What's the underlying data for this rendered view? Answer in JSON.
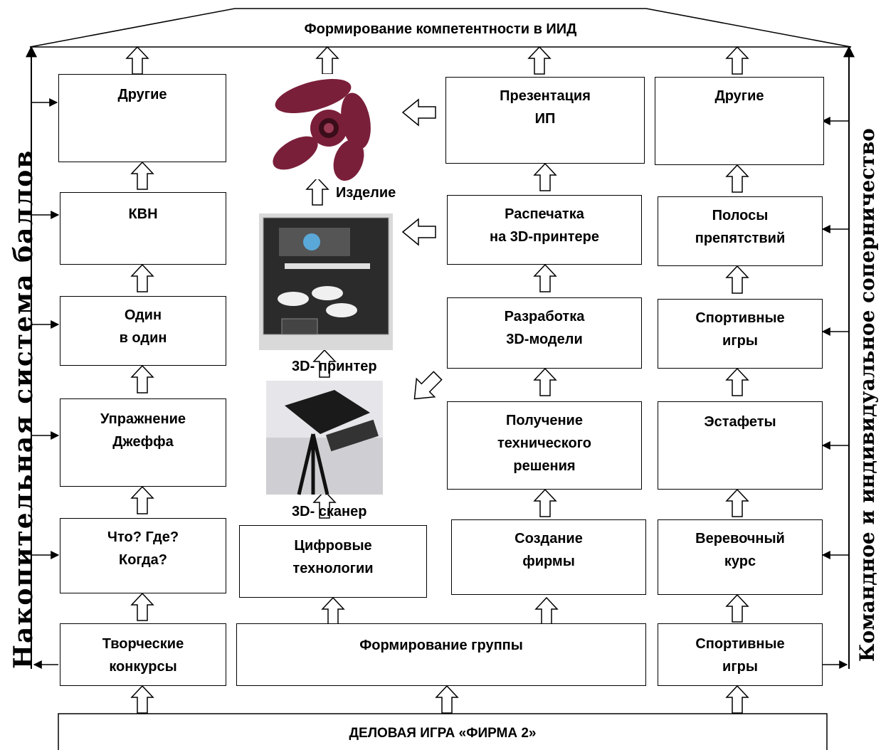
{
  "roof_title": "Формирование компетентности в ИИД",
  "left_vertical": "Накопительная система баллов",
  "right_vertical": "Командное и индивидуальное соперничество",
  "bottom_base": "ДЕЛОВАЯ ИГРА «ФИРМА 2»",
  "group_box": "Формирование группы",
  "col1": {
    "b1": "Творческие\nконкурсы",
    "b2": "Что? Где?\nКогда?",
    "b3": "Упражнение\nДжеффа",
    "b4": "Один\nв один",
    "b5": "КВН",
    "b6": "Другие"
  },
  "col2": {
    "b1": "Цифровые\nтехнологии",
    "scanner_label": "3D- сканер",
    "printer_label": "3D- принтер",
    "product_label": "Изделие"
  },
  "col3": {
    "b1": "Создание\nфирмы",
    "b2": "Получение\nтехнического\nрешения",
    "b3": "Разработка\n3D-модели",
    "b4": "Распечатка\nна 3D-принтере",
    "b5": "Презентация\nИП"
  },
  "col4": {
    "b0": "Спортивные\nигры",
    "b1": "Веревочный\nкурс",
    "b2": "Эстафеты",
    "b3": "Спортивные\nигры",
    "b4": "Полосы\nпрепятствий",
    "b5": "Другие"
  },
  "icons": {
    "propeller": "propeller-image",
    "printer": "3d-printer-image",
    "scanner": "3d-scanner-image"
  },
  "colors": {
    "propeller": "#7a1f3a",
    "line": "#000000"
  }
}
